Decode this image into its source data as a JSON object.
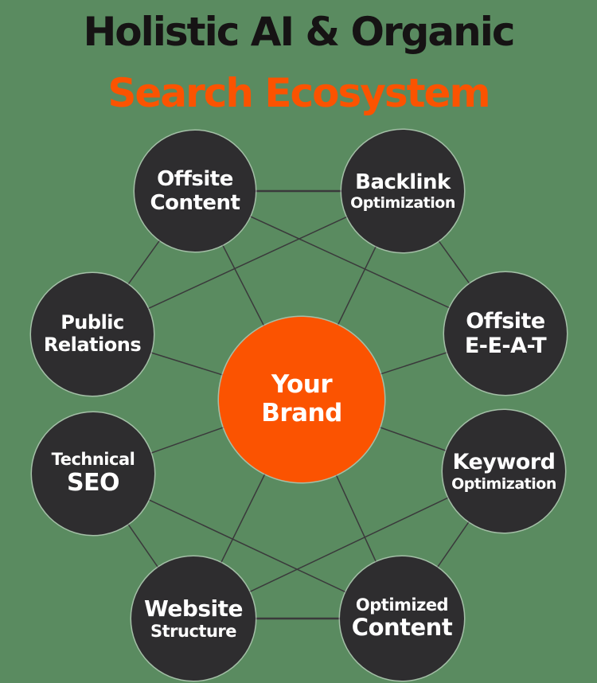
{
  "title": {
    "line1": "Holistic AI & Organic",
    "line2": "Search Ecosystem"
  },
  "colors": {
    "background_green": "#5A8B60",
    "title_black": "#161314",
    "accent_orange": "#FB5301",
    "node_dark": "#2E2D2F",
    "label_white": "#FFFFFF",
    "connector_line": "#3A393B"
  },
  "nodes": [
    {
      "id": "offsite-content",
      "line1": "Offsite",
      "line2": "Content"
    },
    {
      "id": "backlink-optimization",
      "line1": "Backlink",
      "line2": "Optimization"
    },
    {
      "id": "public-relations",
      "line1": "Public",
      "line2": "Relations"
    },
    {
      "id": "offsite-eeat",
      "line1": "Offsite",
      "line2": "E-E-A-T"
    },
    {
      "id": "technical-seo",
      "line1": "Technical",
      "line2": "SEO"
    },
    {
      "id": "keyword-optimization",
      "line1": "Keyword",
      "line2": "Optimization"
    },
    {
      "id": "website-structure",
      "line1": "Website",
      "line2": "Structure"
    },
    {
      "id": "optimized-content",
      "line1": "Optimized",
      "line2": "Content"
    },
    {
      "id": "your-brand",
      "line1": "Your",
      "line2": "Brand"
    }
  ],
  "edges": [
    {
      "from": "offsite-content",
      "to": "backlink-optimization",
      "width": 2.4
    },
    {
      "from": "website-structure",
      "to": "optimized-content",
      "width": 2.4
    },
    {
      "from": "offsite-content",
      "to": "public-relations",
      "width": 1.5
    },
    {
      "from": "backlink-optimization",
      "to": "offsite-eeat",
      "width": 1.5
    },
    {
      "from": "offsite-content",
      "to": "offsite-eeat",
      "width": 1.5
    },
    {
      "from": "backlink-optimization",
      "to": "public-relations",
      "width": 1.5
    },
    {
      "from": "technical-seo",
      "to": "website-structure",
      "width": 1.5
    },
    {
      "from": "keyword-optimization",
      "to": "optimized-content",
      "width": 1.5
    },
    {
      "from": "technical-seo",
      "to": "optimized-content",
      "width": 1.5
    },
    {
      "from": "keyword-optimization",
      "to": "website-structure",
      "width": 1.5
    },
    {
      "from": "offsite-content",
      "to": "your-brand",
      "width": 1.5
    },
    {
      "from": "backlink-optimization",
      "to": "your-brand",
      "width": 1.5
    },
    {
      "from": "public-relations",
      "to": "your-brand",
      "width": 1.5
    },
    {
      "from": "offsite-eeat",
      "to": "your-brand",
      "width": 1.5
    },
    {
      "from": "technical-seo",
      "to": "your-brand",
      "width": 1.5
    },
    {
      "from": "keyword-optimization",
      "to": "your-brand",
      "width": 1.5
    },
    {
      "from": "website-structure",
      "to": "your-brand",
      "width": 1.5
    },
    {
      "from": "optimized-content",
      "to": "your-brand",
      "width": 1.5
    }
  ]
}
